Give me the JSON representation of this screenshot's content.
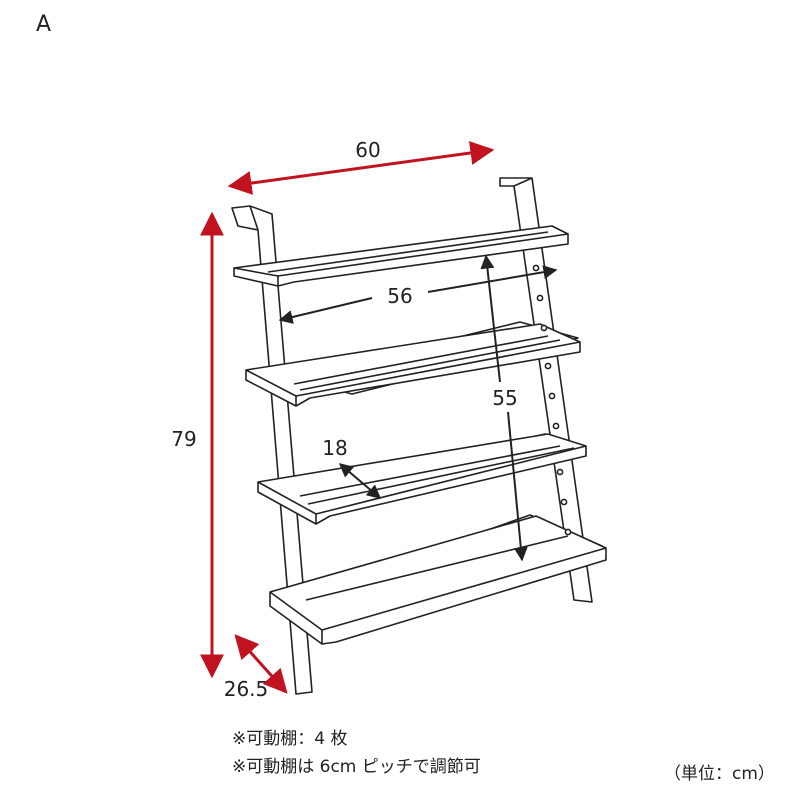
{
  "panel_label": "A",
  "dimensions": {
    "width": "60",
    "height": "79",
    "depth": "26.5",
    "shelf_width": "56",
    "shelf_span": "55",
    "shelf_depth": "18"
  },
  "notes": [
    "※可動棚：4 枚",
    "※可動棚は 6cm ピッチで調節可"
  ],
  "unit": "（単位：cm）",
  "colors": {
    "dimension_red": "#c1121f",
    "line": "#222222"
  }
}
